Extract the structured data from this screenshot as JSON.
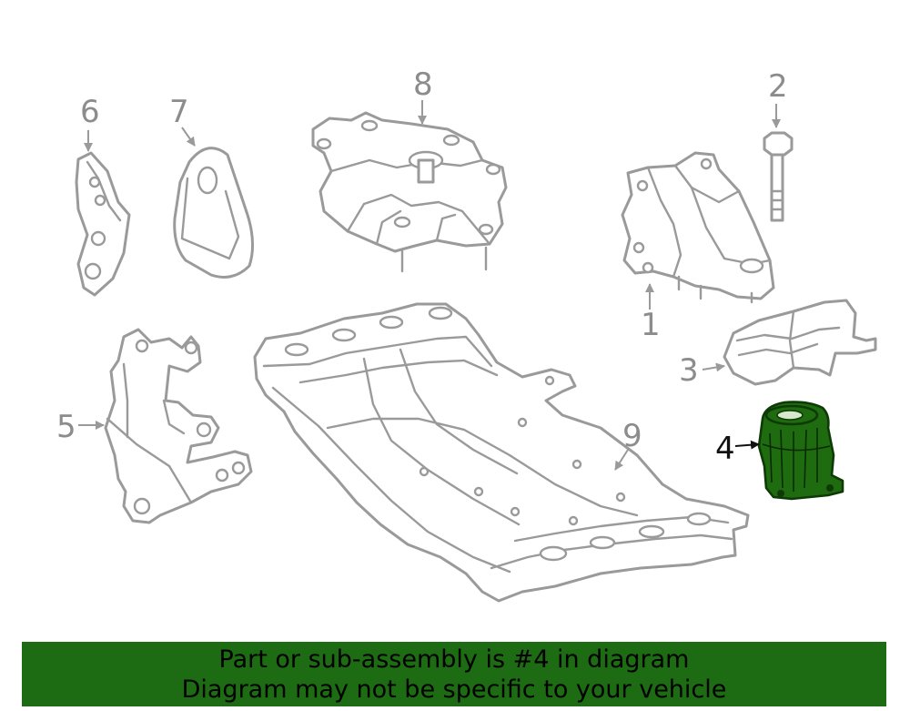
{
  "callouts": {
    "c1": "1",
    "c2": "2",
    "c3": "3",
    "c4": "4",
    "c5": "5",
    "c6": "6",
    "c7": "7",
    "c8": "8",
    "c9": "9"
  },
  "highlight_color": "#1f6b10",
  "banner": {
    "line1": "Part or sub-assembly is #4 in diagram",
    "line2": "Diagram may not be specific to your vehicle",
    "background": "#1d6b12"
  }
}
